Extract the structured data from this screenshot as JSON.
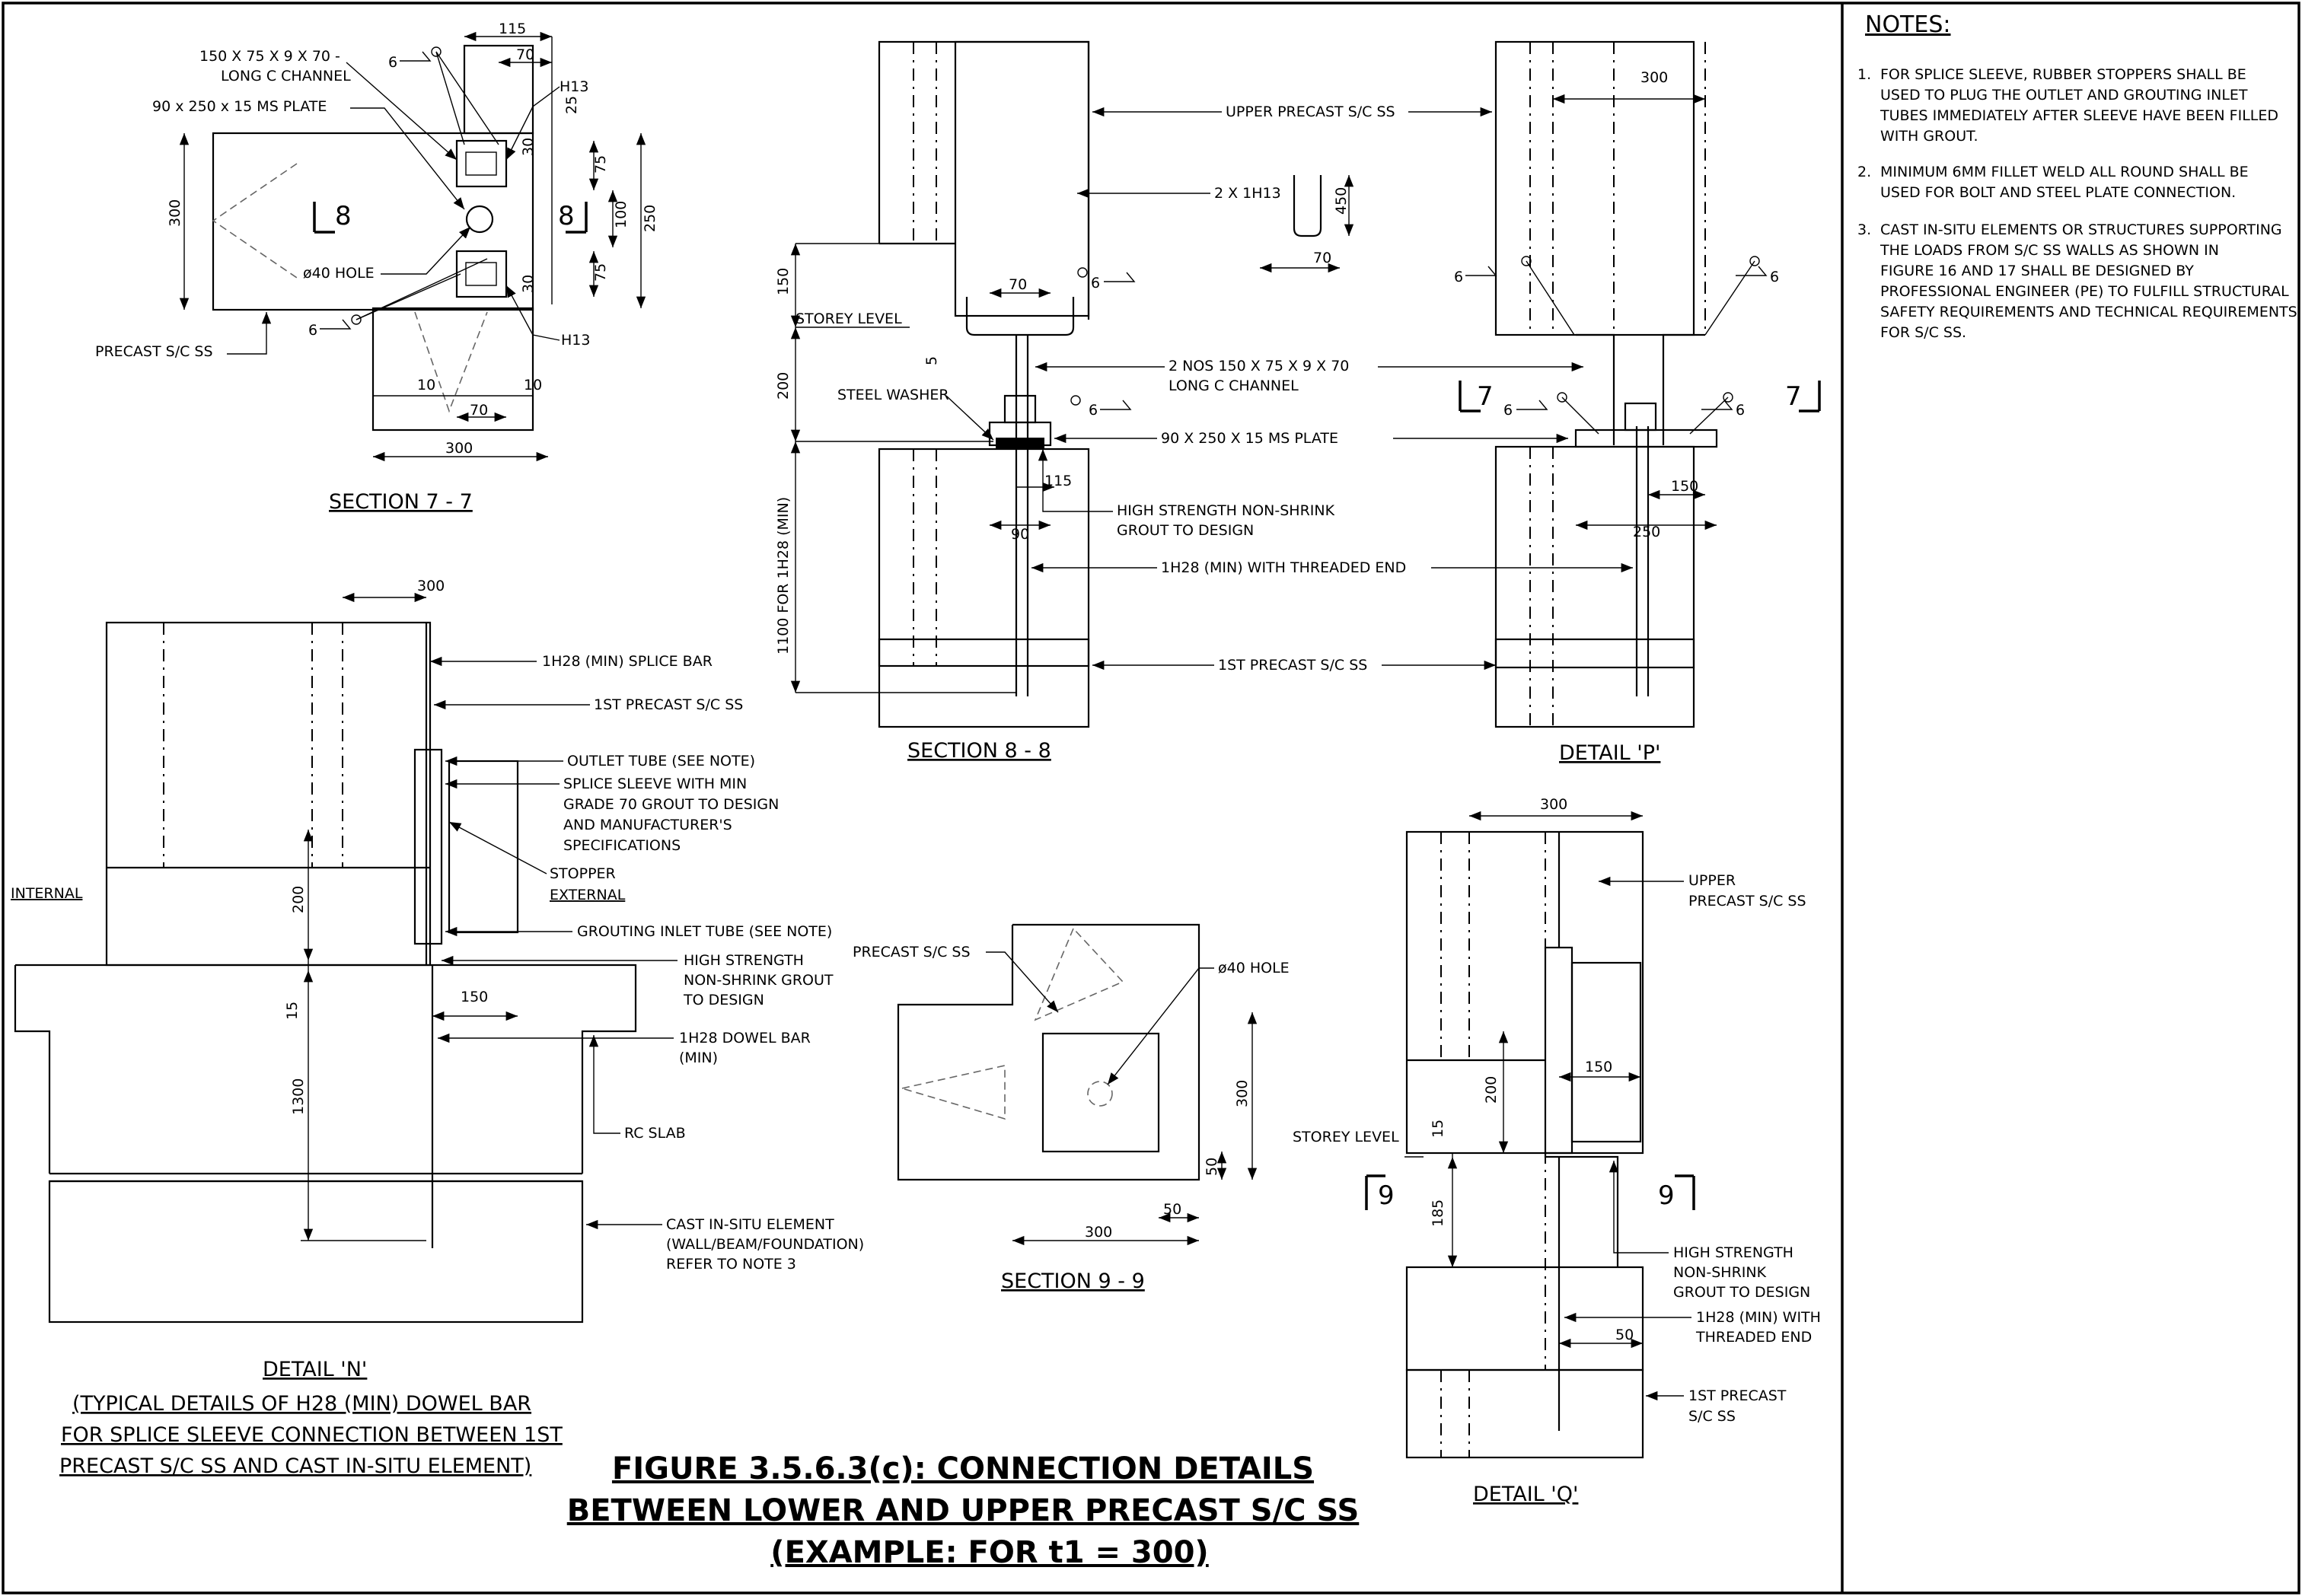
{
  "figure": {
    "line1": "FIGURE 3.5.6.3(c): CONNECTION DETAILS",
    "line2": "BETWEEN LOWER AND UPPER PRECAST S/C SS",
    "line3": "(EXAMPLE: FOR t1 = 300)"
  },
  "notes": {
    "heading": "NOTES:",
    "items": [
      [
        "1.",
        "FOR SPLICE SLEEVE, RUBBER STOPPERS SHALL BE",
        "USED TO PLUG THE OUTLET AND GROUTING INLET",
        "TUBES IMMEDIATELY AFTER SLEEVE HAVE BEEN FILLED",
        "WITH GROUT."
      ],
      [
        "2.",
        "MINIMUM 6MM FILLET WELD ALL ROUND SHALL BE",
        "USED FOR BOLT AND STEEL PLATE CONNECTION."
      ],
      [
        "3.",
        "CAST IN-SITU ELEMENTS OR STRUCTURES SUPPORTING",
        "THE LOADS FROM S/C SS WALLS AS SHOWN IN",
        "FIGURE 16 AND 17 SHALL BE DESIGNED BY",
        "PROFESSIONAL ENGINEER (PE) TO FULFILL STRUCTURAL",
        "SAFETY REQUIREMENTS AND TECHNICAL REQUIREMENTS",
        "FOR S/C SS."
      ]
    ]
  },
  "section77": {
    "title": "SECTION 7 - 7",
    "labels": {
      "channel1": "150 X 75 X 9 X 70 -",
      "channel2": "LONG C CHANNEL",
      "plate": "90 x 250 x 15 MS PLATE",
      "hole": "ø40 HOLE",
      "precast": "PRECAST S/C SS",
      "h13a": "H13",
      "h13b": "H13",
      "weld_top": "6",
      "weld_bot": "6",
      "sec": "8"
    },
    "dims": {
      "d115": "115",
      "d70t": "70",
      "d25": "25",
      "d75a": "75",
      "d100": "100",
      "d250": "250",
      "d75b": "75",
      "d30a": "30",
      "d30b": "30",
      "d300v": "300",
      "d10a": "10",
      "d10b": "10",
      "d70b": "70",
      "d300h": "300"
    }
  },
  "section88": {
    "title": "SECTION 8 - 8",
    "labels": {
      "upper": "UPPER PRECAST S/C SS",
      "h13": "2 X 1H13",
      "storey": "STOREY LEVEL",
      "channels1": "2 NOS 150 X 75 X 9 X 70",
      "channels2": "LONG C CHANNEL",
      "washer": "STEEL WASHER",
      "plate": "90 X 250 X 15 MS PLATE",
      "grout1": "HIGH STRENGTH NON-SHRINK",
      "grout2": "GROUT TO DESIGN",
      "bar": "1H28 (MIN) WITH THREADED END",
      "first": "1ST PRECAST S/C SS",
      "weld": "6"
    },
    "dims": {
      "d150": "150",
      "d5": "5",
      "d200": "200",
      "d1100": "1100 FOR 1H28 (MIN)",
      "d70": "70",
      "d115": "115",
      "d90": "90",
      "d450": "450",
      "d70b": "70"
    }
  },
  "detailP": {
    "title": "DETAIL 'P'",
    "dims": {
      "d300": "300",
      "d150": "150",
      "d250": "250"
    },
    "labels": {
      "w6a": "6",
      "w6b": "6",
      "w6c": "6",
      "w6d": "6",
      "s7a": "7",
      "s7b": "7"
    }
  },
  "detailN": {
    "title": "DETAIL 'N'",
    "caption": [
      "(TYPICAL DETAILS OF H28 (MIN) DOWEL BAR",
      "FOR SPLICE SLEEVE CONNECTION BETWEEN 1ST",
      "PRECAST S/C SS AND CAST IN-SITU ELEMENT)"
    ],
    "labels": {
      "splice_bar": "1H28 (MIN) SPLICE BAR",
      "first": "1ST PRECAST S/C SS",
      "outlet": "OUTLET TUBE (SEE NOTE)",
      "sleeve1": "SPLICE SLEEVE WITH MIN",
      "sleeve2": "GRADE 70 GROUT TO DESIGN",
      "sleeve3": "AND MANUFACTURER'S",
      "sleeve4": "SPECIFICATIONS",
      "stopper": "STOPPER",
      "external": "EXTERNAL",
      "internal": "INTERNAL",
      "inlet": "GROUTING INLET TUBE (SEE NOTE)",
      "grout1": "HIGH STRENGTH",
      "grout2": "NON-SHRINK GROUT",
      "grout3": "TO DESIGN",
      "dowel1": "1H28 DOWEL BAR",
      "dowel2": "(MIN)",
      "slab": "RC SLAB",
      "cast1": "CAST IN-SITU ELEMENT",
      "cast2": "(WALL/BEAM/FOUNDATION)",
      "cast3": "REFER TO NOTE 3"
    },
    "dims": {
      "d300": "300",
      "d200": "200",
      "d15": "15",
      "d150": "150",
      "d1300": "1300"
    }
  },
  "section99": {
    "title": "SECTION 9 - 9",
    "labels": {
      "precast": "PRECAST S/C SS",
      "hole": "ø40 HOLE"
    },
    "dims": {
      "d300v": "300",
      "d50v": "50",
      "d50h": "50",
      "d300h": "300"
    }
  },
  "detailQ": {
    "title": "DETAIL 'Q'",
    "labels": {
      "upper1": "UPPER",
      "upper2": "PRECAST S/C SS",
      "storey": "STOREY LEVEL",
      "grout1": "HIGH STRENGTH",
      "grout2": "NON-SHRINK",
      "grout3": "GROUT TO DESIGN",
      "bar1": "1H28 (MIN) WITH",
      "bar2": "THREADED END",
      "first1": "1ST PRECAST",
      "first2": "S/C SS",
      "s9a": "9",
      "s9b": "9"
    },
    "dims": {
      "d300": "300",
      "d150": "150",
      "d200": "200",
      "d15": "15",
      "d185": "185",
      "d50": "50"
    }
  }
}
